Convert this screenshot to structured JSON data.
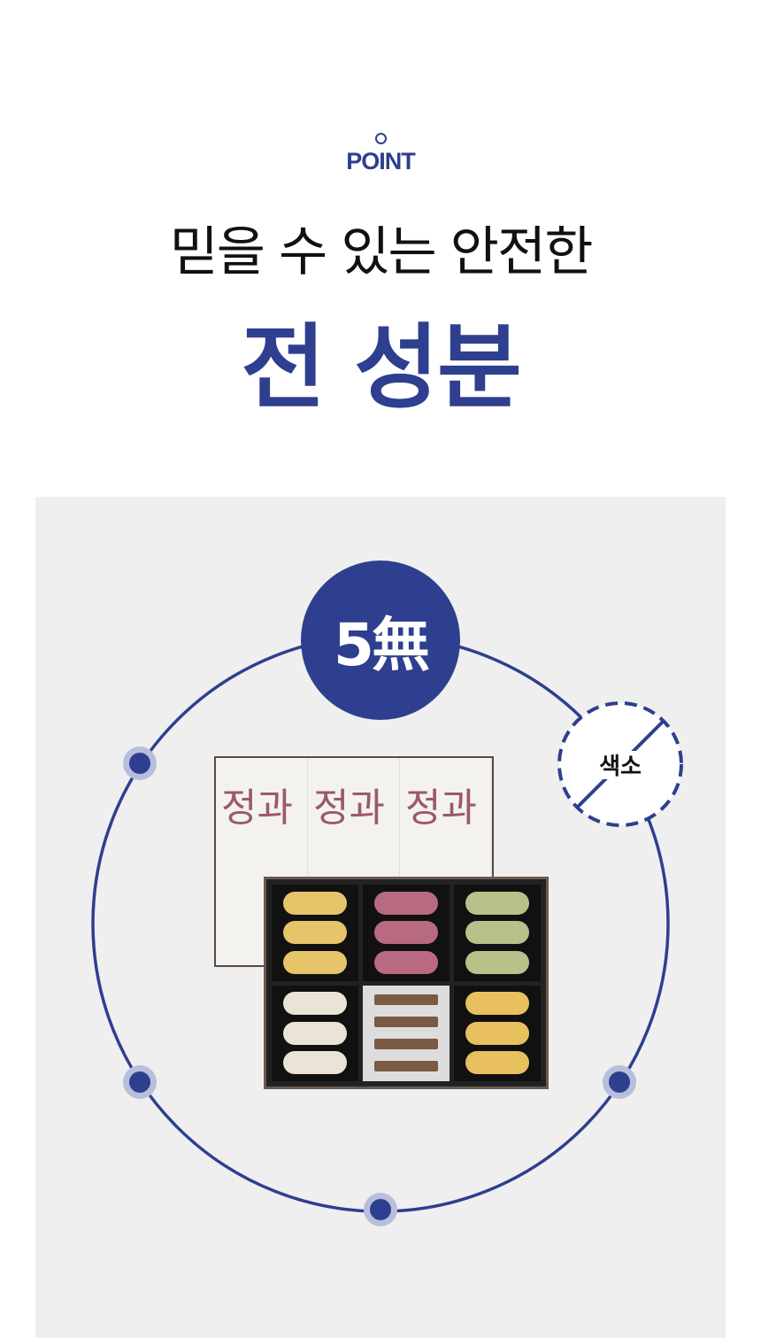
{
  "header": {
    "point_label": "POINT",
    "subtitle": "믿을 수 있는 안전한",
    "title": "전 성분"
  },
  "badge": {
    "label": "5無"
  },
  "free_items": [
    {
      "label": "색소"
    }
  ],
  "product": {
    "box_lettering": "정과"
  },
  "colors": {
    "brand": "#2e3f8f",
    "panel": "#efefef"
  }
}
